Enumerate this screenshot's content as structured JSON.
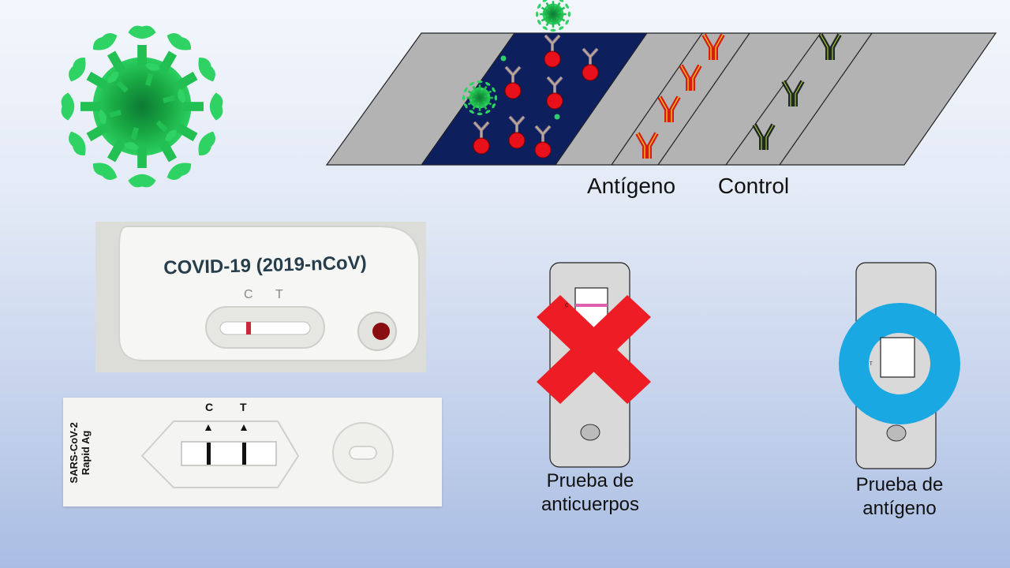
{
  "strip": {
    "antigen_label": "Antígeno",
    "control_label": "Control"
  },
  "cassette_photo": {
    "title": "COVID-19 (2019-nCoV)",
    "c_mark": "C",
    "t_mark": "T"
  },
  "cassette_rapid": {
    "name_line1": "SARS-CoV-2",
    "name_line2": "Rapid Ag",
    "c_mark": "C",
    "t_mark": "T"
  },
  "antibody_test": {
    "c_mark": "C",
    "caption_line1": "Prueba de",
    "caption_line2": "anticuerpos"
  },
  "antigen_test": {
    "t_mark": "T",
    "caption_line1": "Prueba de",
    "caption_line2": "antígeno"
  },
  "colors": {
    "virus": "#1fb84a",
    "strip_gray": "#b3b3b3",
    "sample_pad": "#0d1f5c",
    "conjugate": "#e8101a",
    "test_antibody": "#d61c14",
    "control_antibody": "#1b2a22",
    "cross": "#ee1c24",
    "ring": "#1aa8e2",
    "pink_line": "#e060b0"
  }
}
